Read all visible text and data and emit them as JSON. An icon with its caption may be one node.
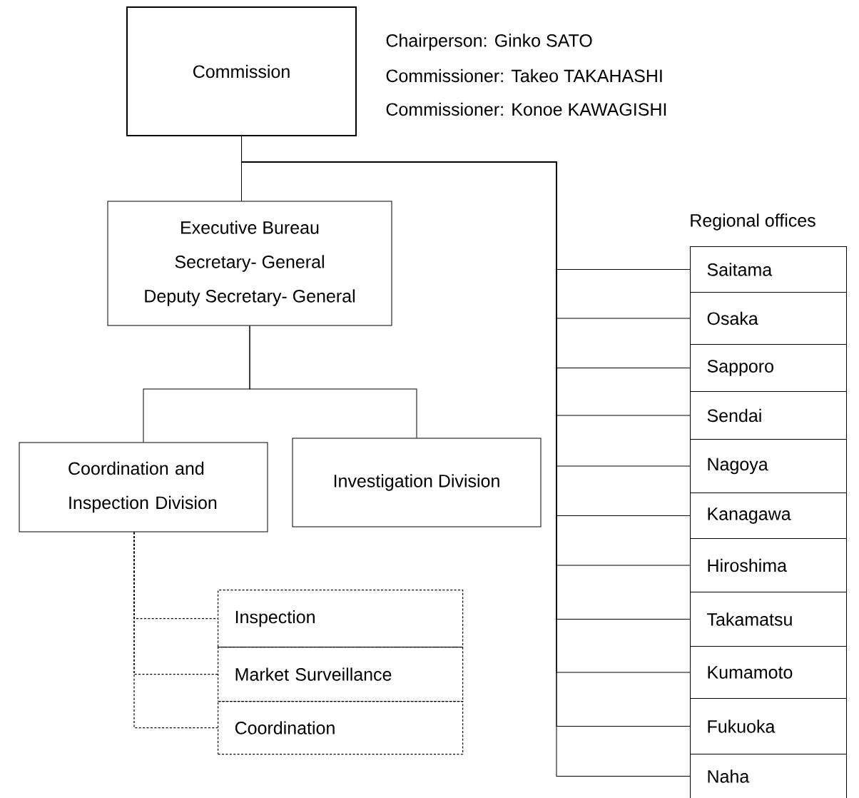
{
  "diagram": {
    "nodes": [
      {
        "text": [
          "Commission"
        ],
        "beside": [
          "Chairperson: Ginko SATO",
          "Commissioner: Takeo TAKAHASHI",
          "Commissioner: Konoe KAWAGISHI"
        ]
      },
      {
        "text": [
          "Executive Bureau",
          "Secretary- General",
          "Deputy Secretary- General"
        ]
      },
      {
        "text": [
          "Coordination and Inspection Division"
        ]
      },
      {
        "text": [
          "Investigation Division"
        ]
      },
      {
        "text": [
          "Inspection"
        ]
      },
      {
        "text": [
          "Market Surveillance"
        ]
      },
      {
        "text": [
          "Coordination"
        ]
      },
      {
        "text": [
          "Saitama"
        ]
      },
      {
        "text": [
          "Osaka"
        ]
      },
      {
        "text": [
          "Sapporo"
        ]
      },
      {
        "text": [
          "Sendai"
        ]
      },
      {
        "text": [
          "Nagoya"
        ]
      },
      {
        "text": [
          "Kanagawa"
        ]
      },
      {
        "text": [
          "Hiroshima"
        ]
      },
      {
        "text": [
          "Takamatsu"
        ]
      },
      {
        "text": [
          "Kumamoto"
        ]
      },
      {
        "text": [
          "Fukuoka"
        ]
      },
      {
        "text": [
          "Naha"
        ]
      }
    ],
    "edges": [
      {
        "from": 0,
        "to": 1,
        "arrow": "none"
      },
      {
        "from": 0,
        "to": 7,
        "arrow": "none"
      },
      {
        "from": 0,
        "to": 8,
        "arrow": "none"
      },
      {
        "from": 0,
        "to": 9,
        "arrow": "none"
      },
      {
        "from": 0,
        "to": 10,
        "arrow": "none"
      },
      {
        "from": 0,
        "to": 11,
        "arrow": "none"
      },
      {
        "from": 0,
        "to": 12,
        "arrow": "none"
      },
      {
        "from": 0,
        "to": 13,
        "arrow": "none"
      },
      {
        "from": 0,
        "to": 14,
        "arrow": "none"
      },
      {
        "from": 0,
        "to": 15,
        "arrow": "none"
      },
      {
        "from": 0,
        "to": 16,
        "arrow": "none"
      },
      {
        "from": 0,
        "to": 17,
        "arrow": "none"
      },
      {
        "from": 1,
        "to": 2,
        "arrow": "none"
      },
      {
        "from": 1,
        "to": 3,
        "arrow": "none"
      },
      {
        "from": 2,
        "to": 4,
        "arrow": "none",
        "style": "dashed"
      },
      {
        "from": 2,
        "to": 5,
        "arrow": "none",
        "style": "dashed"
      },
      {
        "from": 2,
        "to": 6,
        "arrow": "none",
        "style": "dashed"
      }
    ],
    "labels": [
      "Regional offices"
    ]
  }
}
